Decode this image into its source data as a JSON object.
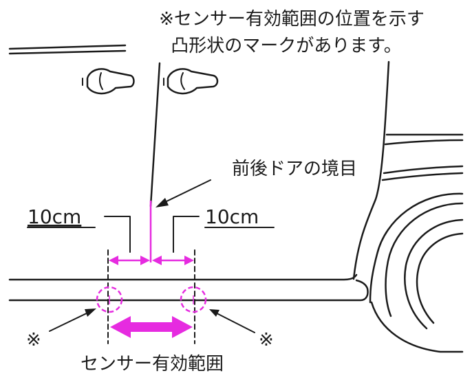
{
  "note": {
    "line1": "※センサー有効範囲の位置を示す",
    "line2": "凸形状のマークがあります。"
  },
  "labels": {
    "door_boundary": "前後ドアの境目",
    "left_distance": "10cm",
    "right_distance": "10cm",
    "sensor_range": "センサー有効範囲",
    "left_mark": "※",
    "right_mark": "※"
  },
  "colors": {
    "ink": "#1a1a1a",
    "accent": "#e62be0",
    "background": "#ffffff"
  }
}
